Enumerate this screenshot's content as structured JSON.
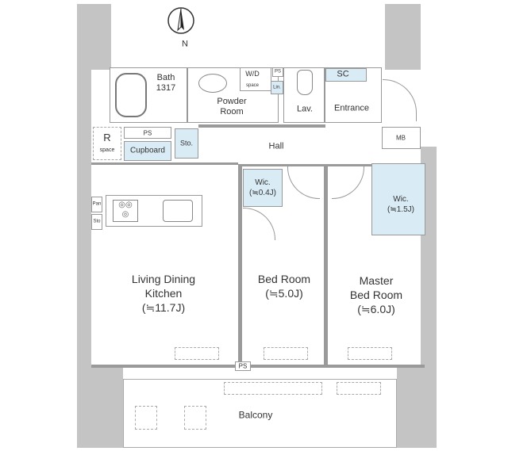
{
  "compass": {
    "label": "N"
  },
  "rooms": {
    "bath": {
      "name": "Bath",
      "size": "1317"
    },
    "powder": {
      "line1": "Powder",
      "line2": "Room"
    },
    "wd": {
      "name": "W/D",
      "sub": "space"
    },
    "ps_top": "PS",
    "lin": "Lin.",
    "lav": "Lav.",
    "sc": "SC",
    "entrance": "Entrance",
    "r_space": {
      "name": "R",
      "sub": "space"
    },
    "ps_mid": "PS",
    "cupboard": "Cupboard",
    "sto": "Sto.",
    "hall": "Hall",
    "mb": "MB",
    "pan": "Pan",
    "sto_small": "Sto",
    "wic_small": {
      "name": "Wic.",
      "size": "(≒0.4J)"
    },
    "wic_large": {
      "name": "Wic.",
      "size": "(≒1.5J)"
    },
    "ldk": {
      "line1": "Living Dining",
      "line2": "Kitchen",
      "size": "(≒11.7J)"
    },
    "bedroom": {
      "name": "Bed Room",
      "size": "(≒5.0J)"
    },
    "master": {
      "line1": "Master",
      "line2": "Bed Room",
      "size": "(≒6.0J)"
    },
    "ps_bottom": "PS",
    "balcony": "Balcony"
  }
}
